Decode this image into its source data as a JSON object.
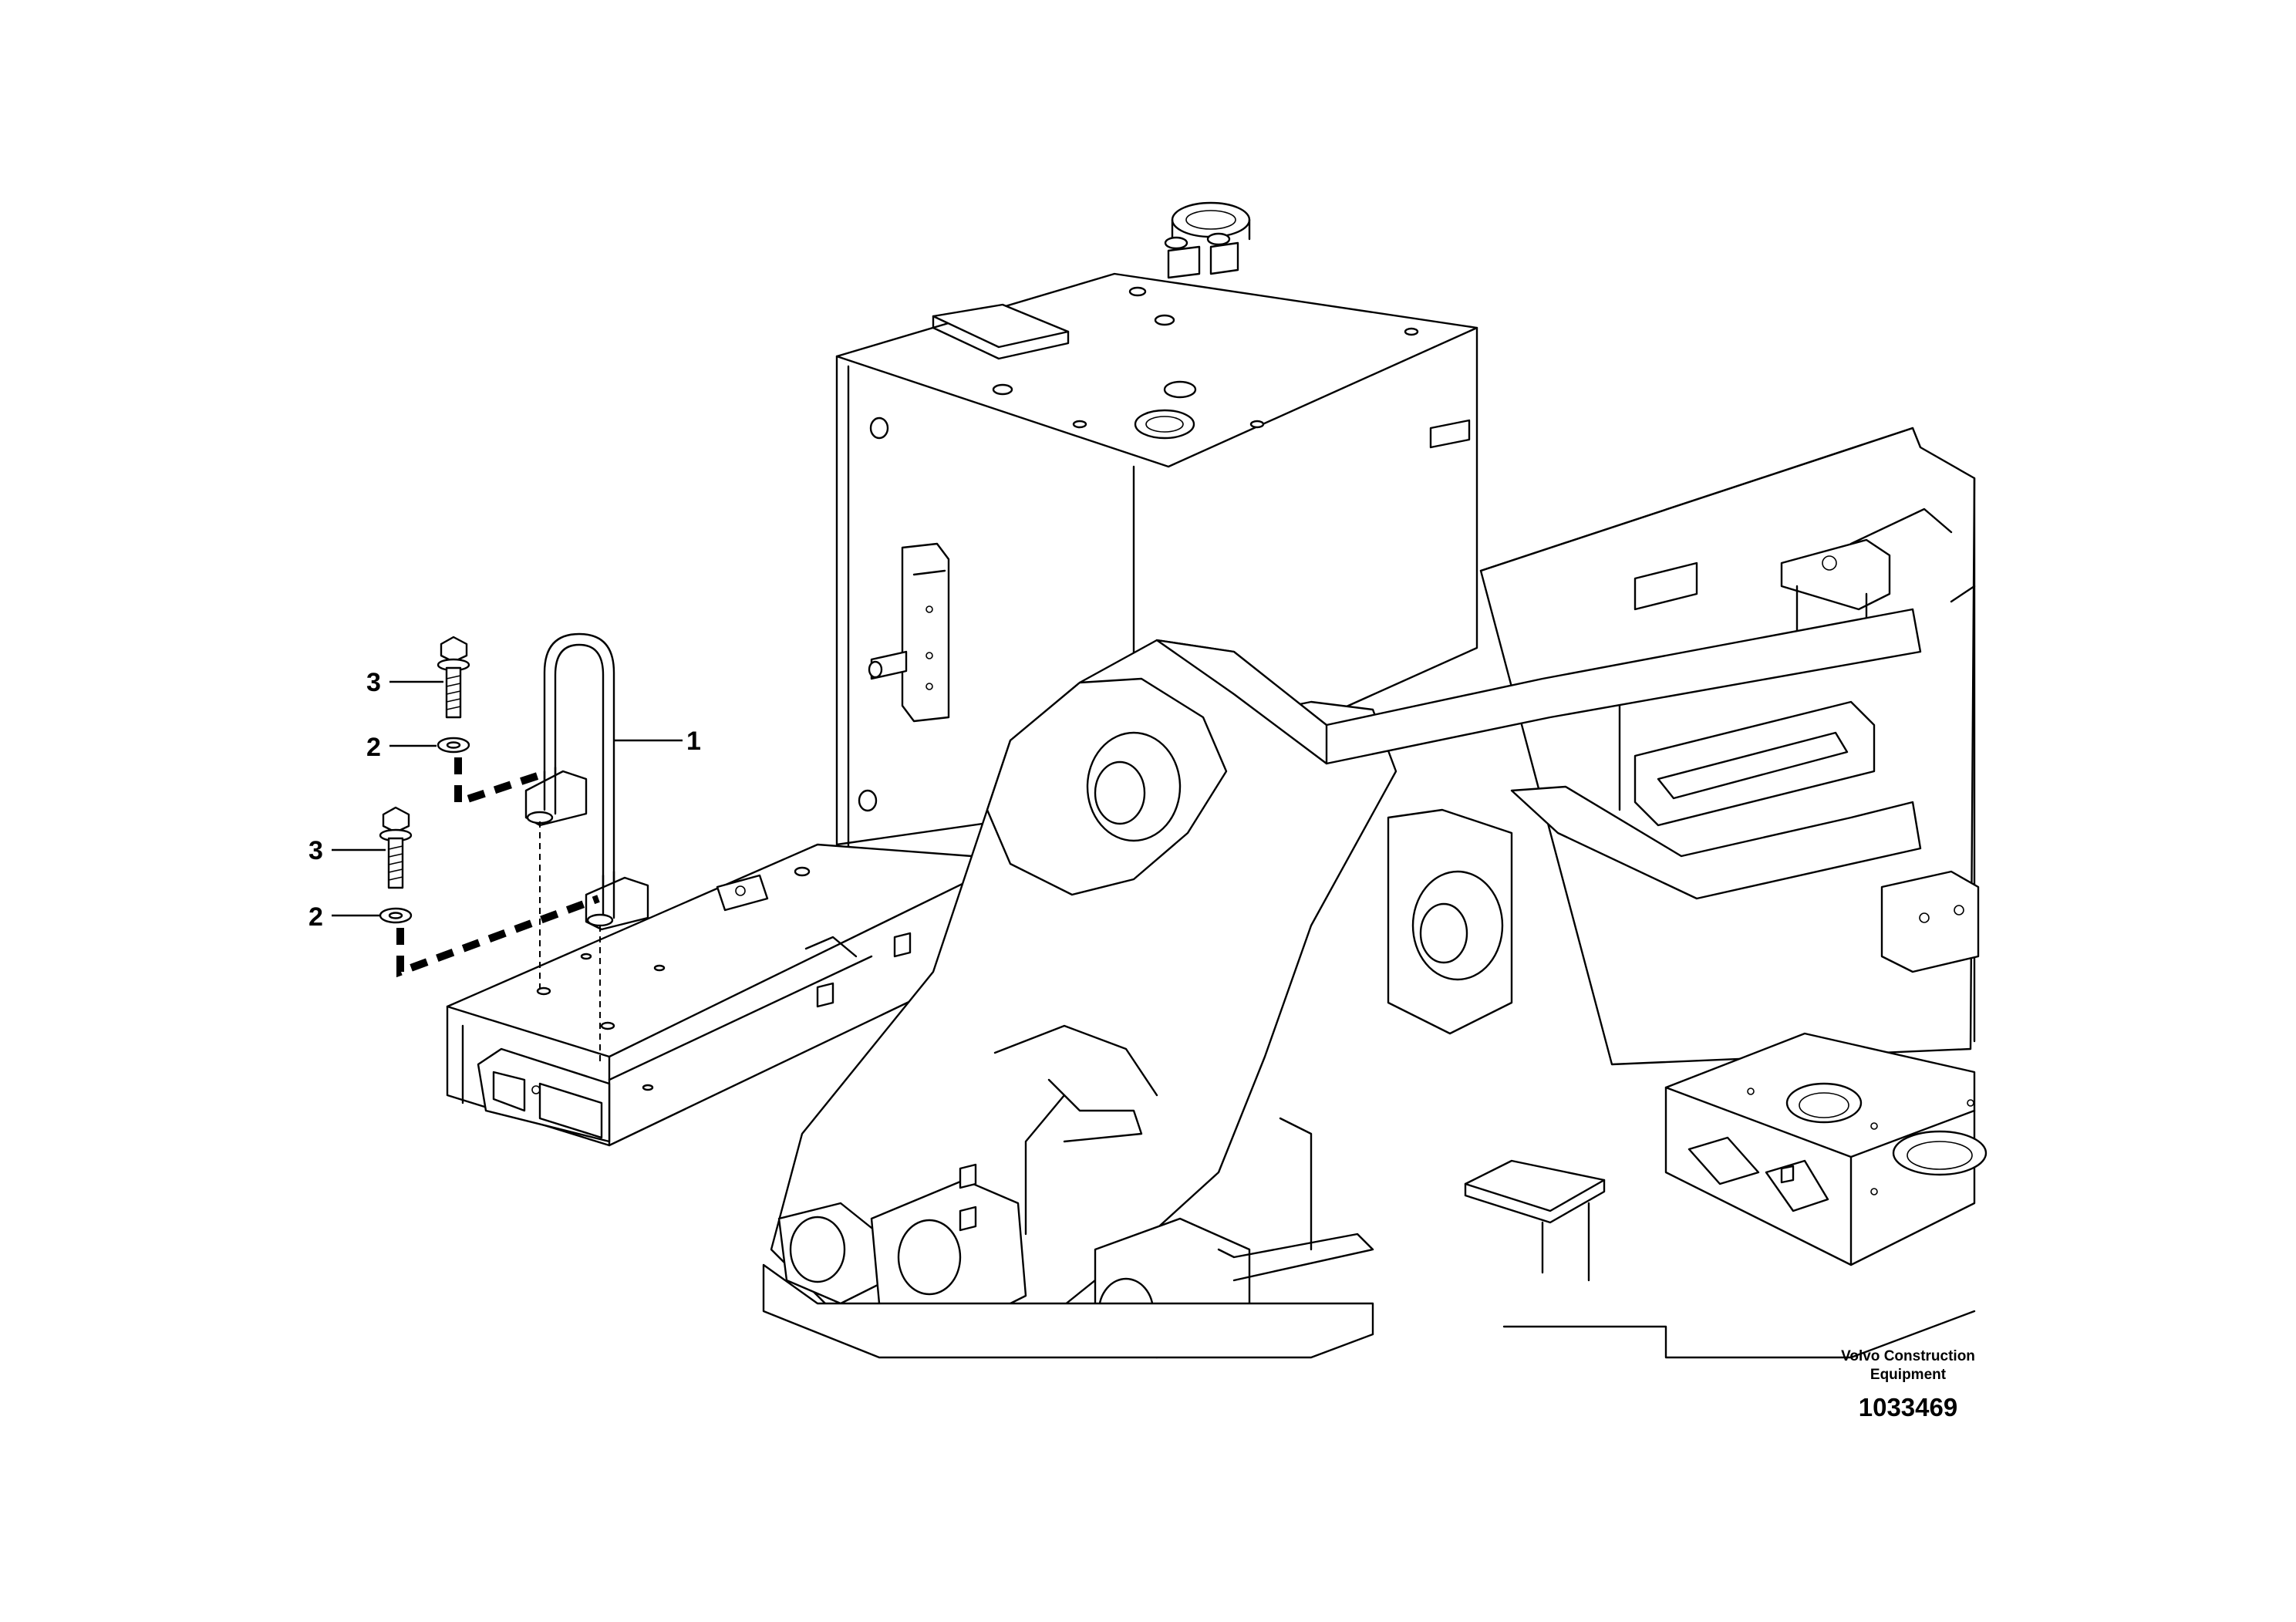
{
  "callouts": {
    "handle": "1",
    "washer_upper": "2",
    "washer_lower": "2",
    "bolt_upper": "3",
    "bolt_lower": "3"
  },
  "title_block": {
    "brand_line1": "Volvo Construction",
    "brand_line2": "Equipment",
    "drawing_number": "1033469"
  }
}
